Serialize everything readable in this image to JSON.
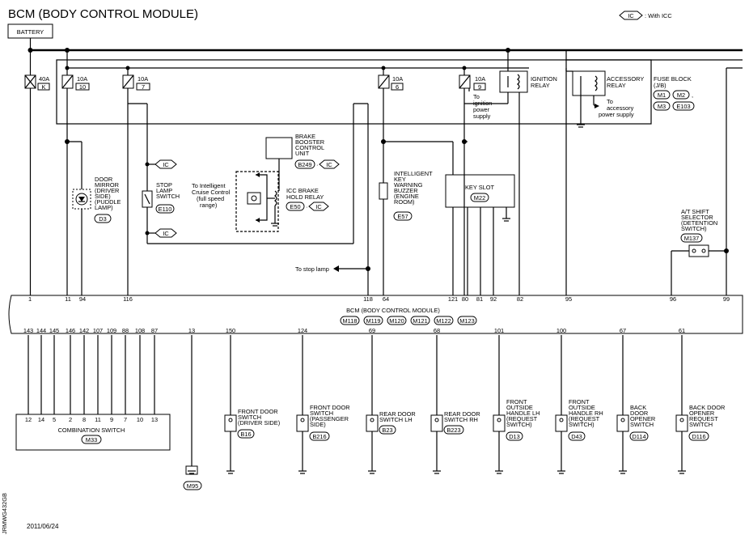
{
  "title": "BCM (BODY CONTROL MODULE)",
  "legend": {
    "badge": "IC",
    "text": ": With ICC"
  },
  "battery": "BATTERY",
  "fuses": [
    {
      "amp": "40A",
      "id": "K"
    },
    {
      "amp": "10A",
      "id": "10"
    },
    {
      "amp": "10A",
      "id": "7"
    },
    {
      "amp": "10A",
      "id": "6"
    },
    {
      "amp": "10A",
      "id": "9"
    }
  ],
  "fuse_block": {
    "label": "FUSE BLOCK (J/B)",
    "line1": "FUSE BLOCK",
    "line2": "(J/B)",
    "connectors": [
      "M1",
      "M2",
      "M3",
      "E103"
    ]
  },
  "ignition_relay": {
    "line1": "IGNITION",
    "line2": "RELAY"
  },
  "accessory_relay": {
    "line1": "ACCESSORY",
    "line2": "RELAY"
  },
  "to_ignition": {
    "line1": "To",
    "line2": "ignition",
    "line3": "power",
    "line4": "supply"
  },
  "to_accessory": {
    "line1": "To",
    "line2": "accessory",
    "line3": "power supply"
  },
  "door_mirror": {
    "lines": [
      "DOOR",
      "MIRROR",
      "(DRIVER",
      "SIDE)",
      "(PUDDLE",
      "LAMP)"
    ],
    "connector": "D3"
  },
  "brake_booster": {
    "lines": [
      "BRAKE",
      "BOOSTER",
      "CONTROL",
      "UNIT"
    ],
    "connector": "B249"
  },
  "stop_lamp_switch": {
    "lines": [
      "STOP",
      "LAMP",
      "SWITCH"
    ],
    "connector": "E110"
  },
  "icc_note": {
    "lines": [
      "To Intelligent",
      "Cruise Control",
      "(full speed",
      "range)"
    ]
  },
  "icc_relay": {
    "lines": [
      "ICC BRAKE",
      "HOLD RELAY"
    ],
    "connector": "E50"
  },
  "to_stop_lamp": "To stop lamp",
  "buzzer": {
    "lines": [
      "INTELLIGENT",
      "KEY",
      "WARNING",
      "BUZZER",
      "(ENGINE",
      "ROOM)"
    ],
    "connector": "E57"
  },
  "key_slot": {
    "label": "KEY SLOT",
    "connector": "M22"
  },
  "at_shift": {
    "lines": [
      "A/T SHIFT",
      "SELECTOR",
      "(DETENTION",
      "SWITCH)"
    ],
    "connector": "M137"
  },
  "bcm": {
    "label": "BCM (BODY CONTROL MODULE)",
    "connectors": [
      "M118",
      "M119",
      "M120",
      "M121",
      "M122",
      "M123"
    ]
  },
  "bcm_top_pins": [
    "1",
    "11",
    "94",
    "116",
    "118",
    "64",
    "121",
    "80",
    "81",
    "92",
    "82",
    "95",
    "96",
    "99"
  ],
  "bcm_bottom_pins": [
    "143",
    "144",
    "145",
    "146",
    "142",
    "107",
    "109",
    "88",
    "108",
    "87",
    "13",
    "150",
    "124",
    "69",
    "68",
    "101",
    "100",
    "67",
    "61"
  ],
  "combination_switch": {
    "label": "COMBINATION SWITCH",
    "connector": "M33",
    "pins": [
      "12",
      "14",
      "5",
      "2",
      "8",
      "11",
      "9",
      "7",
      "10",
      "13"
    ]
  },
  "ground_connector": "M95",
  "switches": [
    {
      "lines": [
        "FRONT DOOR",
        "SWITCH",
        "(DRIVER SIDE)"
      ],
      "connector": "B16"
    },
    {
      "lines": [
        "FRONT DOOR",
        "SWITCH",
        "(PASSENGER",
        "SIDE)"
      ],
      "connector": "B216"
    },
    {
      "lines": [
        "REAR DOOR",
        "SWITCH LH"
      ],
      "connector": "B23"
    },
    {
      "lines": [
        "REAR DOOR",
        "SWITCH RH"
      ],
      "connector": "B223"
    },
    {
      "lines": [
        "FRONT",
        "OUTSIDE",
        "HANDLE LH",
        "(REQUEST",
        "SWITCH)"
      ],
      "connector": "D13"
    },
    {
      "lines": [
        "FRONT",
        "OUTSIDE",
        "HANDLE RH",
        "(REQUEST",
        "SWITCH)"
      ],
      "connector": "D43"
    },
    {
      "lines": [
        "BACK",
        "DOOR",
        "OPENER",
        "SWITCH"
      ],
      "connector": "D114"
    },
    {
      "lines": [
        "BACK DOOR",
        "OPENER",
        "REQUEST",
        "SWITCH"
      ],
      "connector": "D116"
    }
  ],
  "side_code": "JRMWG432GB",
  "date": "2011/06/24"
}
